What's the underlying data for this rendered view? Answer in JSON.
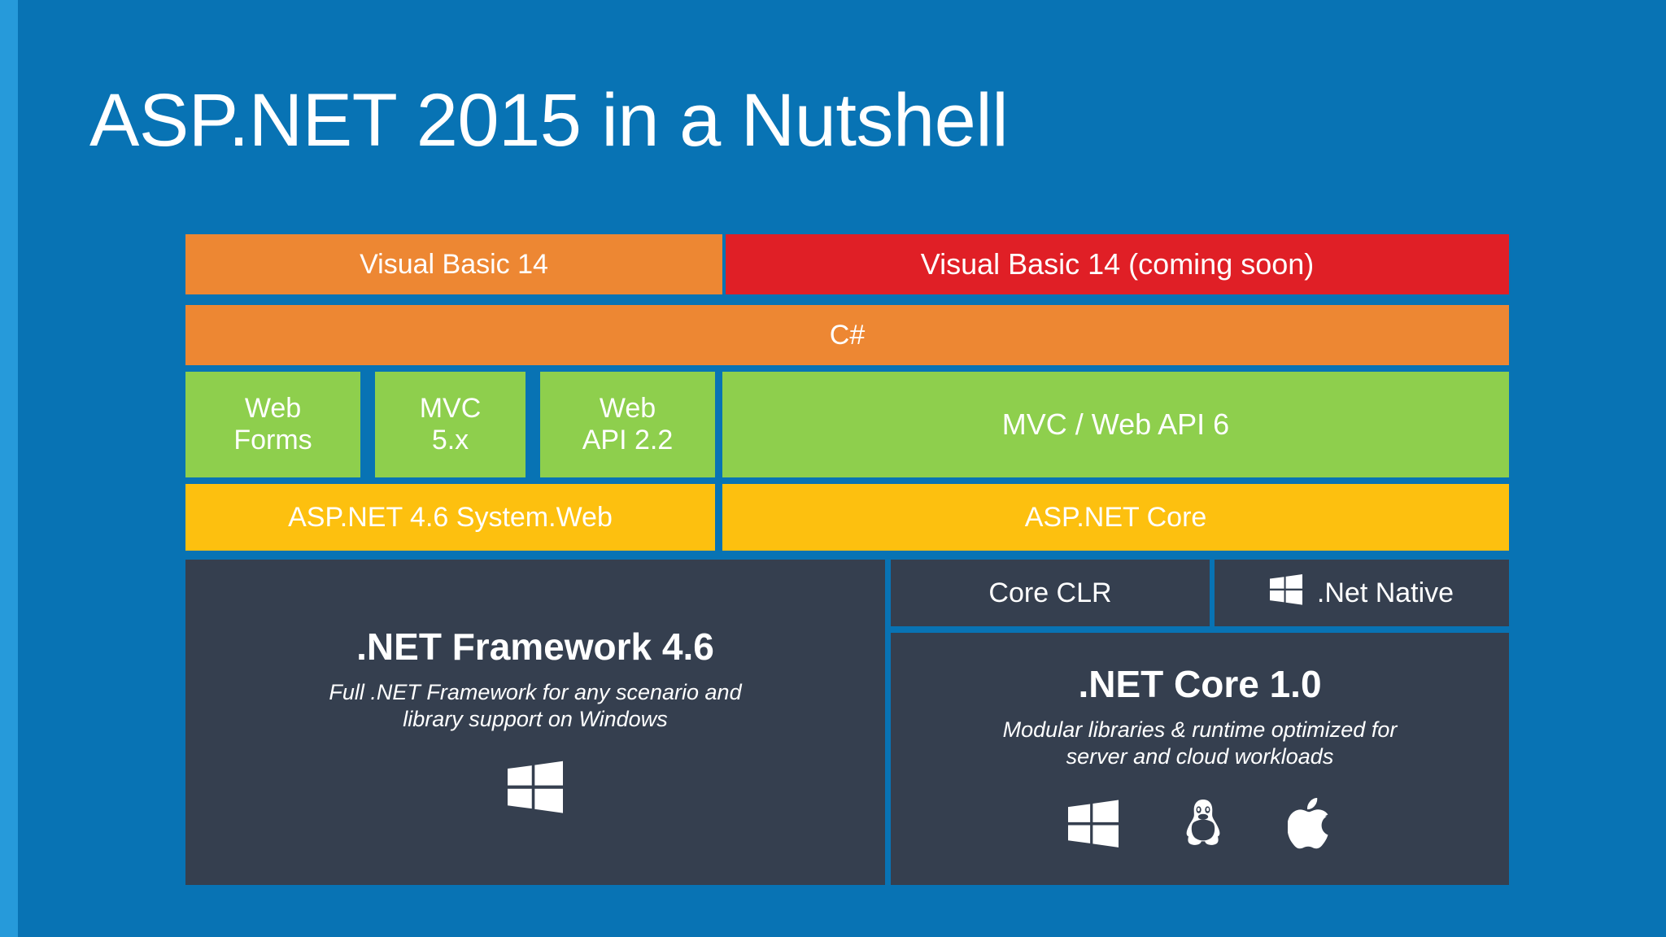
{
  "slide": {
    "title": "ASP.NET 2015 in a Nutshell",
    "background_color": "#0873b4",
    "accent_stripe_color": "#269ada"
  },
  "colors": {
    "orange": "#ed8733",
    "red": "#e01f26",
    "green": "#8ecf4d",
    "yellow": "#fdc00f",
    "dark": "#353f4f",
    "text": "#ffffff"
  },
  "rows": {
    "languages_top": [
      {
        "label": "Visual Basic 14",
        "color": "#ed8733"
      },
      {
        "label": "Visual Basic 14 (coming soon)",
        "color": "#e01f26"
      }
    ],
    "languages_csharp": [
      {
        "label": "C#",
        "color": "#ed8733"
      }
    ],
    "frameworks": [
      {
        "label": "Web\nForms",
        "color": "#8ecf4d"
      },
      {
        "label": "MVC\n5.x",
        "color": "#8ecf4d"
      },
      {
        "label": "Web\nAPI 2.2",
        "color": "#8ecf4d"
      },
      {
        "label": "MVC / Web API 6",
        "color": "#8ecf4d"
      }
    ],
    "aspnet": [
      {
        "label": "ASP.NET 4.6  System.Web",
        "color": "#fdc00f"
      },
      {
        "label": "ASP.NET Core",
        "color": "#fdc00f"
      }
    ],
    "runtimes": [
      {
        "label": "Core CLR",
        "color": "#353f4f",
        "icon": null
      },
      {
        "label": ".Net Native",
        "color": "#353f4f",
        "icon": "windows-icon"
      }
    ]
  },
  "platforms": {
    "framework": {
      "title": ".NET Framework 4.6",
      "subtitle": "Full .NET Framework for any scenario and\nlibrary support on Windows",
      "os_icons": [
        "windows-icon"
      ],
      "color": "#353f4f"
    },
    "core": {
      "title": ".NET Core 1.0",
      "subtitle": "Modular libraries & runtime optimized for\nserver and cloud workloads",
      "os_icons": [
        "windows-icon",
        "linux-icon",
        "apple-icon"
      ],
      "color": "#353f4f"
    }
  }
}
